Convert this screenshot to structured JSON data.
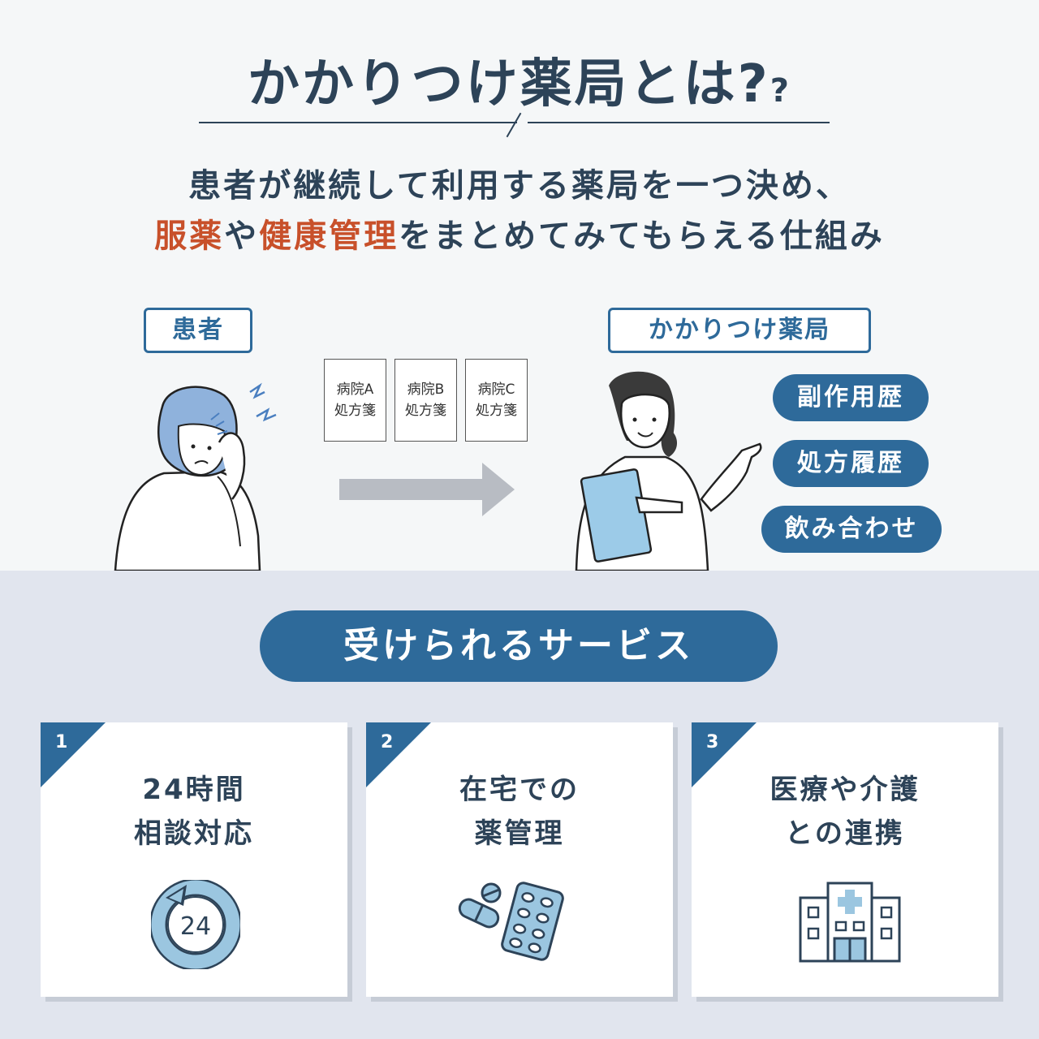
{
  "title": {
    "main": "かかりつけ薬局とは?",
    "small_q": "?"
  },
  "lead": {
    "line1": "患者が継続して利用する薬局を一つ決め、",
    "line2_a": "服薬",
    "line2_b": "や",
    "line2_c": "健康管理",
    "line2_d": "をまとめてみてもらえる仕組み"
  },
  "patient_label": "患者",
  "pharmacy_label": "かかりつけ薬局",
  "prescriptions": [
    {
      "line1": "病院A",
      "line2": "処方箋"
    },
    {
      "line1": "病院B",
      "line2": "処方箋"
    },
    {
      "line1": "病院C",
      "line2": "処方箋"
    }
  ],
  "records": [
    "副作用歴",
    "処方履歴",
    "飲み合わせ"
  ],
  "services_heading": "受けられるサービス",
  "services": [
    {
      "num": "1",
      "line1": "24時間",
      "line2": "相談対応",
      "icon": "clock-24-icon",
      "icon_text": "24"
    },
    {
      "num": "2",
      "line1": "在宅での",
      "line2": "薬管理",
      "icon": "pills-icon"
    },
    {
      "num": "3",
      "line1": "医療や介護",
      "line2": "との連携",
      "icon": "hospital-icon"
    }
  ],
  "colors": {
    "navy": "#2d4358",
    "blue": "#2e6a9a",
    "accent": "#c8502a",
    "light_blue": "#8ec5e6"
  }
}
